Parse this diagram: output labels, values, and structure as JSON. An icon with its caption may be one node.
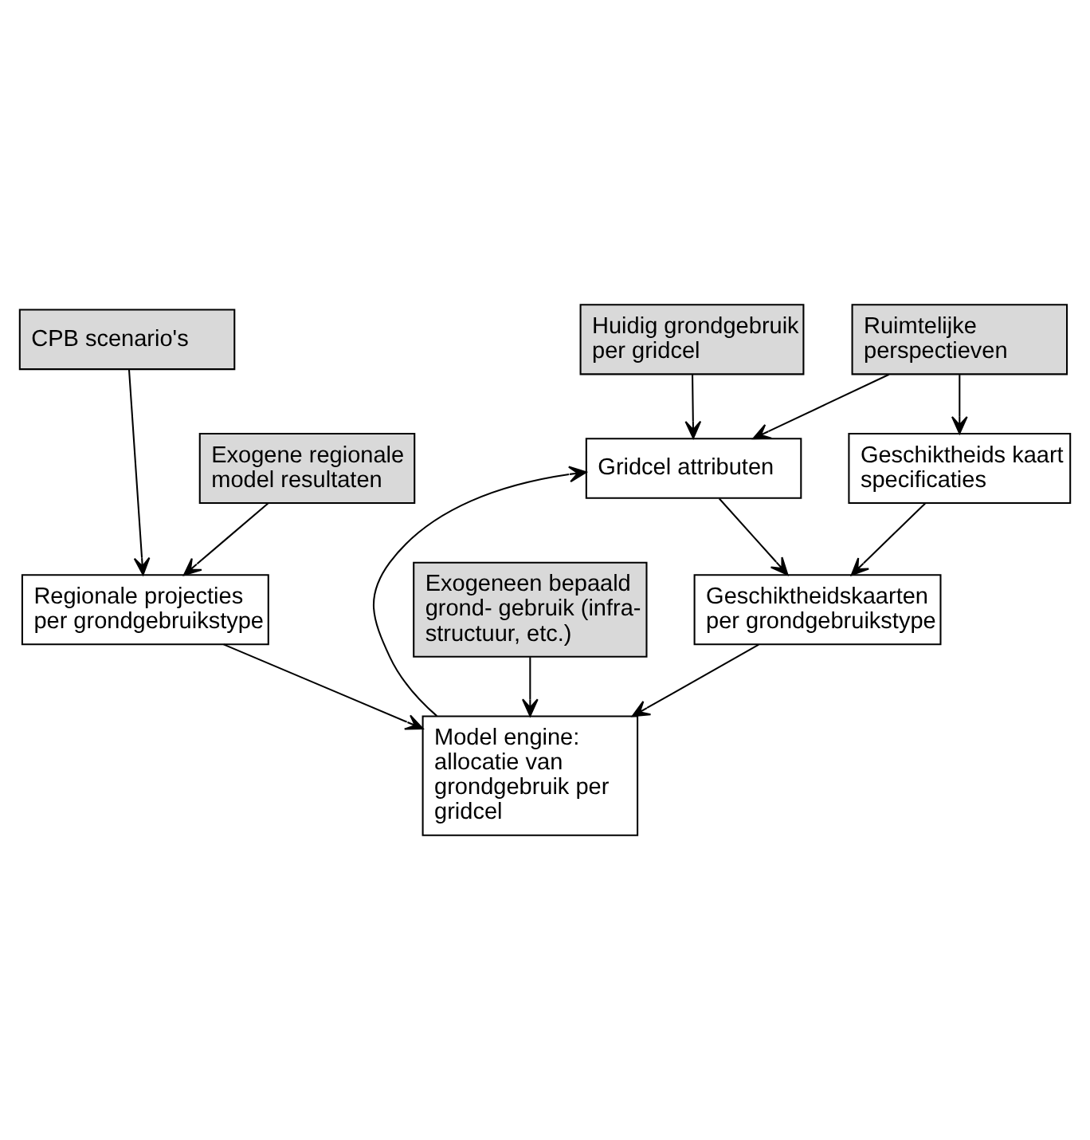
{
  "diagram": {
    "nodes": [
      {
        "text": [
          "Huidig grondgebruik per gridcel"
        ]
      },
      {
        "text": [
          "Ruimtelijke perspectieven"
        ]
      },
      {
        "text": [
          "CPB scenario's"
        ]
      },
      {
        "text": [
          "Gridcel attributen"
        ]
      },
      {
        "text": [
          "Geschiktheids kaart specificaties"
        ]
      },
      {
        "text": [
          "Exogene regionale model resultaten"
        ]
      },
      {
        "text": [
          "Geschiktheidskaarten per grondgebruikstype"
        ]
      },
      {
        "text": [
          "Regionale projecties per grondgebruikstype"
        ]
      },
      {
        "text": [
          "Exogeneen bepaald grond- gebruik (infra- structuur, etc.)"
        ]
      },
      {
        "text": [
          "Model engine: allocatie van grondgebruik per gridcel"
        ]
      }
    ],
    "edges": [
      {
        "from": 0,
        "to": 3,
        "arrow": "to"
      },
      {
        "from": 1,
        "to": 3,
        "arrow": "to"
      },
      {
        "from": 1,
        "to": 4,
        "arrow": "to"
      },
      {
        "from": 2,
        "to": 7,
        "arrow": "to"
      },
      {
        "from": 5,
        "to": 7,
        "arrow": "to"
      },
      {
        "from": 3,
        "to": 6,
        "arrow": "to"
      },
      {
        "from": 4,
        "to": 6,
        "arrow": "to"
      },
      {
        "from": 6,
        "to": 9,
        "arrow": "to"
      },
      {
        "from": 7,
        "to": 9,
        "arrow": "to"
      },
      {
        "from": 8,
        "to": 9,
        "arrow": "to"
      },
      {
        "from": 9,
        "to": 3,
        "arrow": "to"
      }
    ]
  }
}
